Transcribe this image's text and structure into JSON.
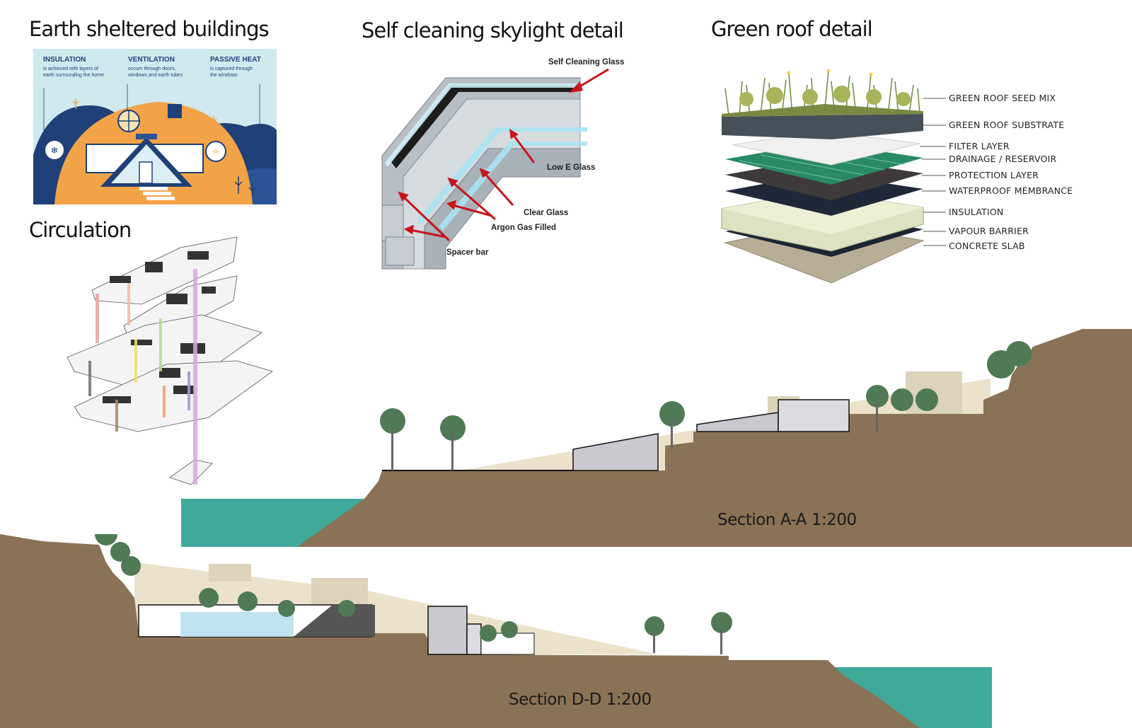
{
  "titles": {
    "earth": "Earth sheltered buildings",
    "skylight": "Self cleaning skylight detail",
    "greenroof": "Green roof detail",
    "circulation": "Circulation"
  },
  "earth_infographic": {
    "insulation_title": "INSULATION",
    "insulation_text_1": "is achieved with layers of",
    "insulation_text_2": "earth surrounding the home",
    "ventilation_title": "VENTILATION",
    "ventilation_text_1": "occurs through doors,",
    "ventilation_text_2": "windows and earth tubes",
    "passive_title": "PASSIVE HEAT",
    "passive_text_1": "is captured through",
    "passive_text_2": "the windows"
  },
  "skylight_labels": {
    "self_cleaning": "Self Cleaning Glass",
    "low_e": "Low E Glass",
    "clear": "Clear Glass",
    "argon": "Argon Gas Filled",
    "spacer": "Spacer bar"
  },
  "green_roof_layers": [
    "GREEN ROOF SEED MIX",
    "GREEN ROOF SUBSTRATE",
    "FILTER LAYER",
    "DRAINAGE / RESERVOIR",
    "PROTECTION LAYER",
    "WATERPROOF MEMBRANCE",
    "INSULATION",
    "VAPOUR BARRIER",
    "CONCRETE SLAB"
  ],
  "sections": {
    "aa": "Section A-A   1:200",
    "dd": "Section D-D   1:200"
  },
  "colors": {
    "earth": "#8a7256",
    "water": "#3fa99a",
    "sand": "#e9dcc2",
    "info_bg": "#cfe9ef",
    "info_orange": "#f2a347",
    "info_navy": "#1f3f78",
    "arrow_red": "#c8141b"
  }
}
